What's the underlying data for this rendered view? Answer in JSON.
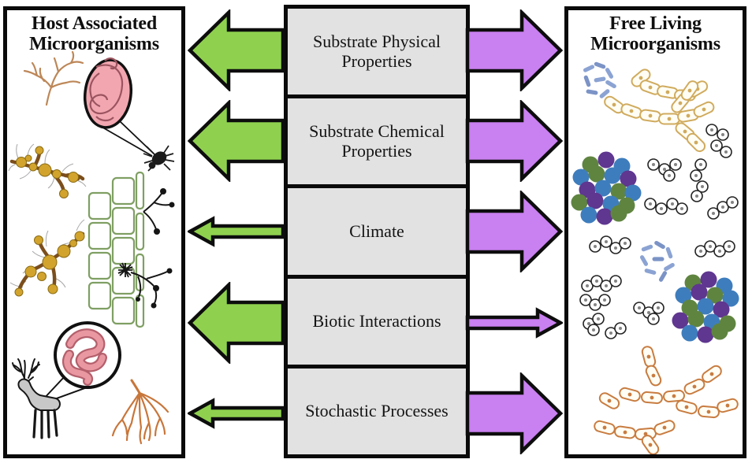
{
  "figure": {
    "type": "conceptual-diagram",
    "description_left_flow": "green arrows point from factors to host associated microorganisms",
    "description_right_flow": "purple arrows point from factors to free living microorganisms"
  },
  "left_panel": {
    "title": "Host Associated Microorganisms",
    "illustrations": [
      "coral",
      "tick-with-magnified-gut",
      "mycorrhizal-roots-with-nodules",
      "plant-cells-with-fungal-hyphae",
      "mycorrhizal-roots-with-nodules",
      "deer-with-magnified-gut",
      "orange-coral"
    ]
  },
  "right_panel": {
    "title": "Free Living Microorganisms",
    "illustrations": [
      "blue-rod-bacteria-cluster",
      "tan-segmented-fungal-hyphae",
      "cocci-chain-bacteria",
      "mixed-cocci-cluster",
      "blue-rod-bacteria-cluster",
      "mixed-cocci-cluster",
      "orange-segmented-fungal-hyphae"
    ]
  },
  "center": {
    "factors": [
      {
        "id": "substrate-physical",
        "label": "Substrate Physical Properties",
        "host_arrow": "large",
        "free_arrow": "large"
      },
      {
        "id": "substrate-chemical",
        "label": "Substrate Chemical Properties",
        "host_arrow": "large",
        "free_arrow": "large"
      },
      {
        "id": "climate",
        "label": "Climate",
        "host_arrow": "small",
        "free_arrow": "large"
      },
      {
        "id": "biotic-interactions",
        "label": "Biotic Interactions",
        "host_arrow": "large",
        "free_arrow": "small"
      },
      {
        "id": "stochastic-processes",
        "label": "Stochastic Processes",
        "host_arrow": "small",
        "free_arrow": "large"
      }
    ]
  },
  "colors": {
    "host_arrow": "#8fd14e",
    "free_arrow": "#c980f0",
    "factor_box_bg": "#e2e2e2",
    "outline": "#0d0d0d"
  }
}
